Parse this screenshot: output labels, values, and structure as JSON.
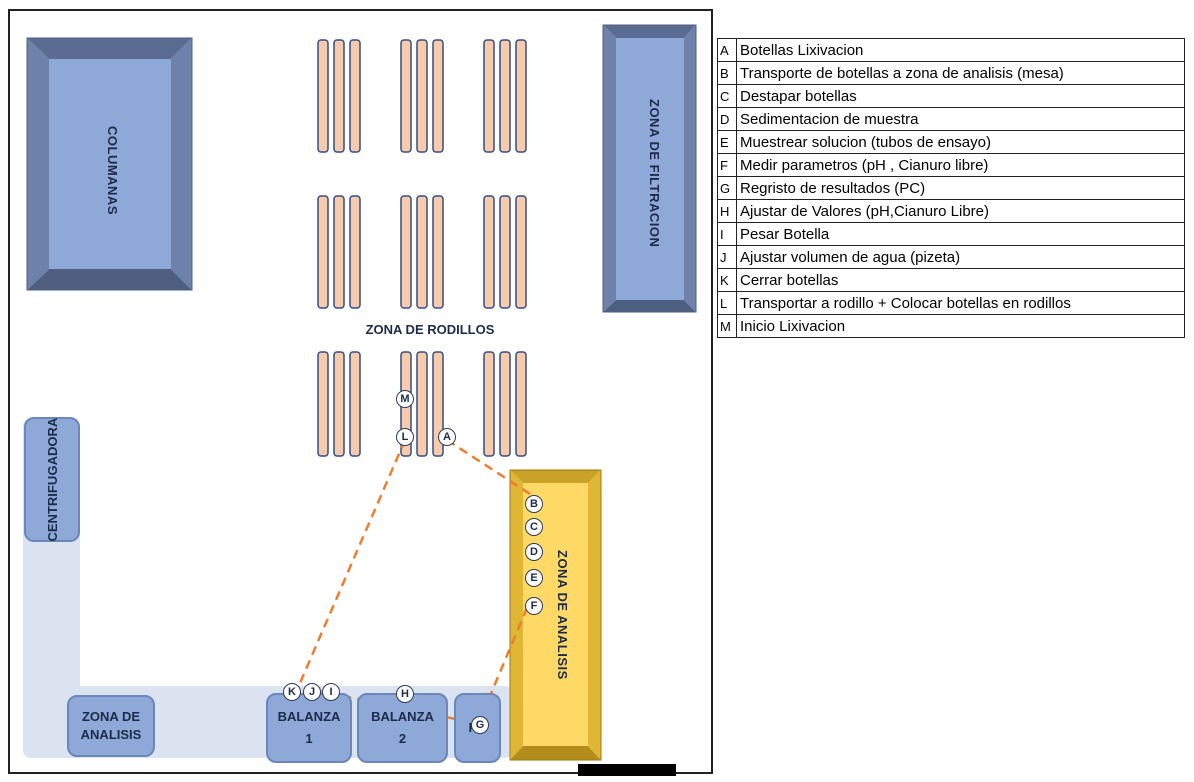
{
  "zones": {
    "columns": "COLUMANAS",
    "filtration": "ZONA DE FILTRACION",
    "rollers": "ZONA DE RODILLOS",
    "analysis_table": "ZONA DE ANALISIS",
    "centrifuge_line1": "CENTRIFU",
    "centrifuge_line2": "GADORA",
    "analysis_area_line1": "ZONA DE",
    "analysis_area_line2": "ANALISIS"
  },
  "stations": {
    "balanza1_line1": "BALANZA",
    "balanza1_line2": "1",
    "balanza2_line1": "BALANZA",
    "balanza2_line2": "2",
    "pc": "PC"
  },
  "markers": [
    "A",
    "B",
    "C",
    "D",
    "E",
    "F",
    "G",
    "H",
    "I",
    "J",
    "K",
    "L",
    "M"
  ],
  "legend": [
    {
      "letter": "A",
      "text": "Botellas Lixivacion"
    },
    {
      "letter": "B",
      "text": "Transporte de botellas a zona de analisis (mesa)"
    },
    {
      "letter": "C",
      "text": "Destapar botellas"
    },
    {
      "letter": "D",
      "text": "Sedimentacion de muestra"
    },
    {
      "letter": "E",
      "text": "Muestrear solucion (tubos de ensayo)"
    },
    {
      "letter": "F",
      "text": "Medir parametros (pH , Cianuro libre)"
    },
    {
      "letter": "G",
      "text": "Regristo de resultados (PC)"
    },
    {
      "letter": "H",
      "text": "Ajustar de Valores (pH,Cianuro Libre)"
    },
    {
      "letter": "I",
      "text": "Pesar Botella"
    },
    {
      "letter": "J",
      "text": "Ajustar volumen de agua (pizeta)"
    },
    {
      "letter": "K",
      "text": "Cerrar botellas"
    },
    {
      "letter": "L",
      "text": "Transportar a rodillo + Colocar botellas en rodillos"
    },
    {
      "letter": "M",
      "text": "Inicio Lixivacion"
    }
  ],
  "colors": {
    "zone_fill": "#8ea8d8",
    "zone_dark": "#4e5f82",
    "bench": "#dbe3f1",
    "roller_fill": "#f8cbad",
    "roller_stroke": "#2f4f8a",
    "analysis_fill": "#ffd966",
    "path": "#ed7d31"
  }
}
